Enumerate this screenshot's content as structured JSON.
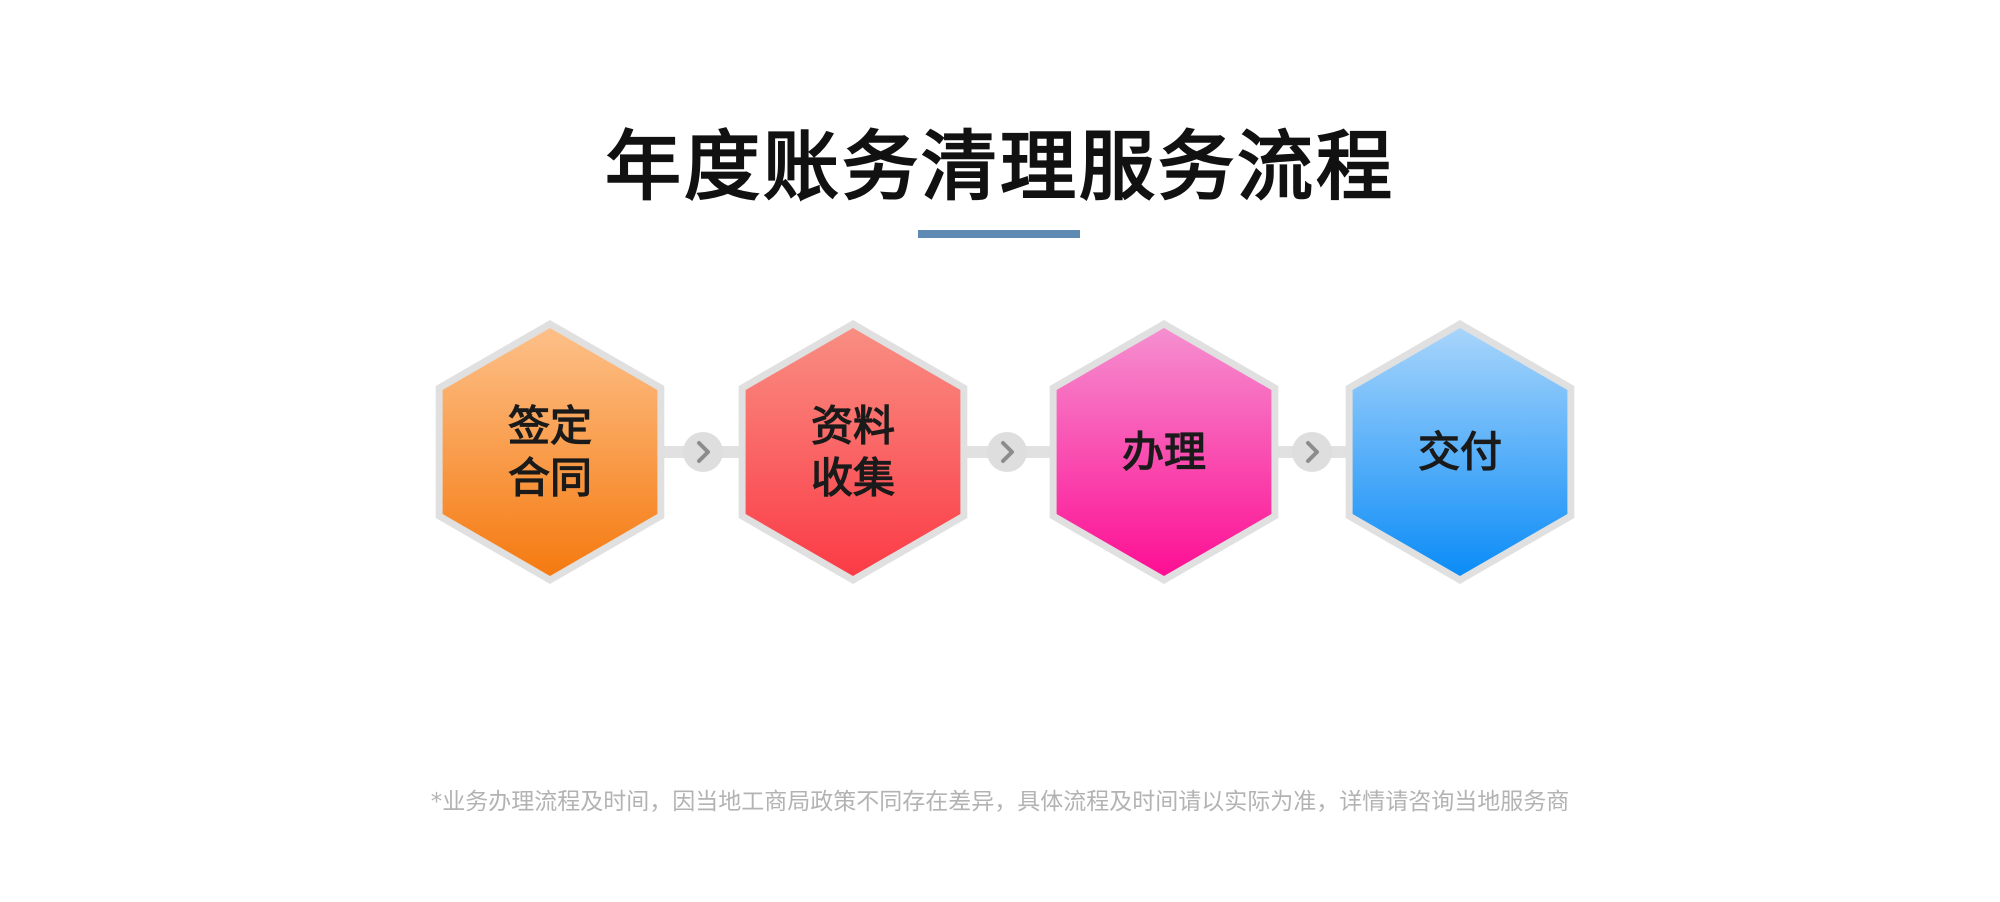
{
  "title": "年度账务清理服务流程",
  "colors": {
    "title_underline": "#5e8ab4",
    "connector": "#e1e1e1",
    "hex_border": "#e0e0e0",
    "arrow_circle": "#dedede",
    "arrow_chevron": "#8c8c8c",
    "footnote_text": "#b3b3b3"
  },
  "steps": [
    {
      "lines": [
        "签定",
        "合同"
      ],
      "gradient_top": "#fdc089",
      "gradient_bottom": "#f57a10"
    },
    {
      "lines": [
        "资料",
        "收集"
      ],
      "gradient_top": "#f98e83",
      "gradient_bottom": "#fb3b46"
    },
    {
      "lines": [
        "办理"
      ],
      "gradient_top": "#f58fd0",
      "gradient_bottom": "#fd0f93"
    },
    {
      "lines": [
        "交付"
      ],
      "gradient_top": "#a8d5fb",
      "gradient_bottom": "#0b8cf7"
    }
  ],
  "connector_icons": [
    "chevron-right-icon",
    "chevron-right-icon",
    "chevron-right-icon"
  ],
  "footnote": "*业务办理流程及时间，因当地工商局政策不同存在差异，具体流程及时间请以实际为准，详情请咨询当地服务商"
}
